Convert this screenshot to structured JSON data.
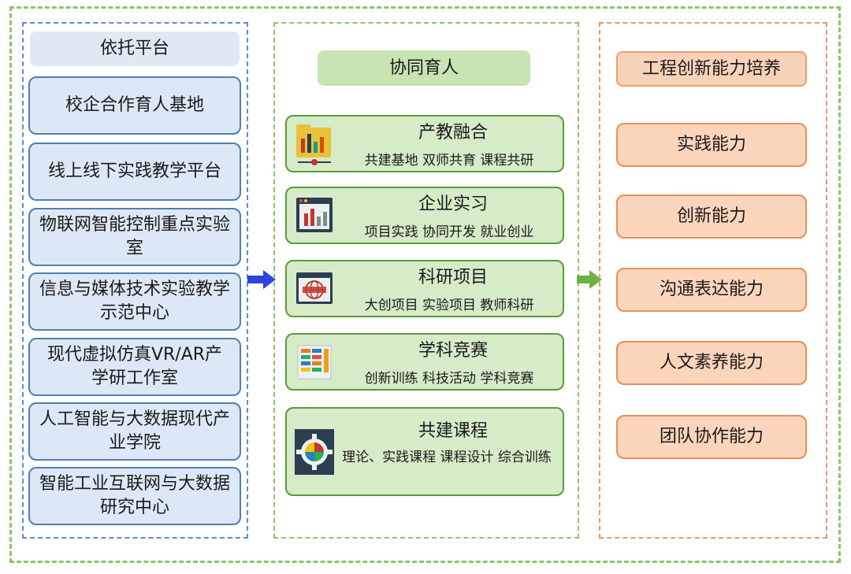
{
  "platform": {
    "header": "依托平台",
    "items": [
      "校企合作育人基地",
      "线上线下实践教学平台",
      "物联网智能控制重点实验室",
      "信息与媒体技术实验教学示范中心",
      "现代虚拟仿真VR/AR产学研工作室",
      "人工智能与大数据现代产业学院",
      "智能工业互联网与大数据研究中心"
    ]
  },
  "collab": {
    "header": "协同育人",
    "items": [
      {
        "title": "产教融合",
        "subtitle": "共建基地 双师共育 课程共研",
        "icon": "folder-chart-icon"
      },
      {
        "title": "企业实习",
        "subtitle": "项目实践 协同开发 就业创业",
        "icon": "window-chart-icon"
      },
      {
        "title": "科研项目",
        "subtitle": "大创项目 实验项目 教师科研",
        "icon": "www-browser-icon"
      },
      {
        "title": "学科竞赛",
        "subtitle": "创新训练 科技活动 学科竞赛",
        "icon": "document-grid-icon"
      },
      {
        "title": "共建课程",
        "subtitle": "理论、实践课程 课程设计 综合训练",
        "icon": "gear-pie-icon"
      }
    ]
  },
  "ability": {
    "header": "工程创新能力培养",
    "items": [
      "实践能力",
      "创新能力",
      "沟通表达能力",
      "人文素养能力",
      "团队协作能力"
    ]
  },
  "colors": {
    "blue_accent": "#2b46e0",
    "green_accent": "#6cb243",
    "orange_accent": "#e5915a"
  }
}
